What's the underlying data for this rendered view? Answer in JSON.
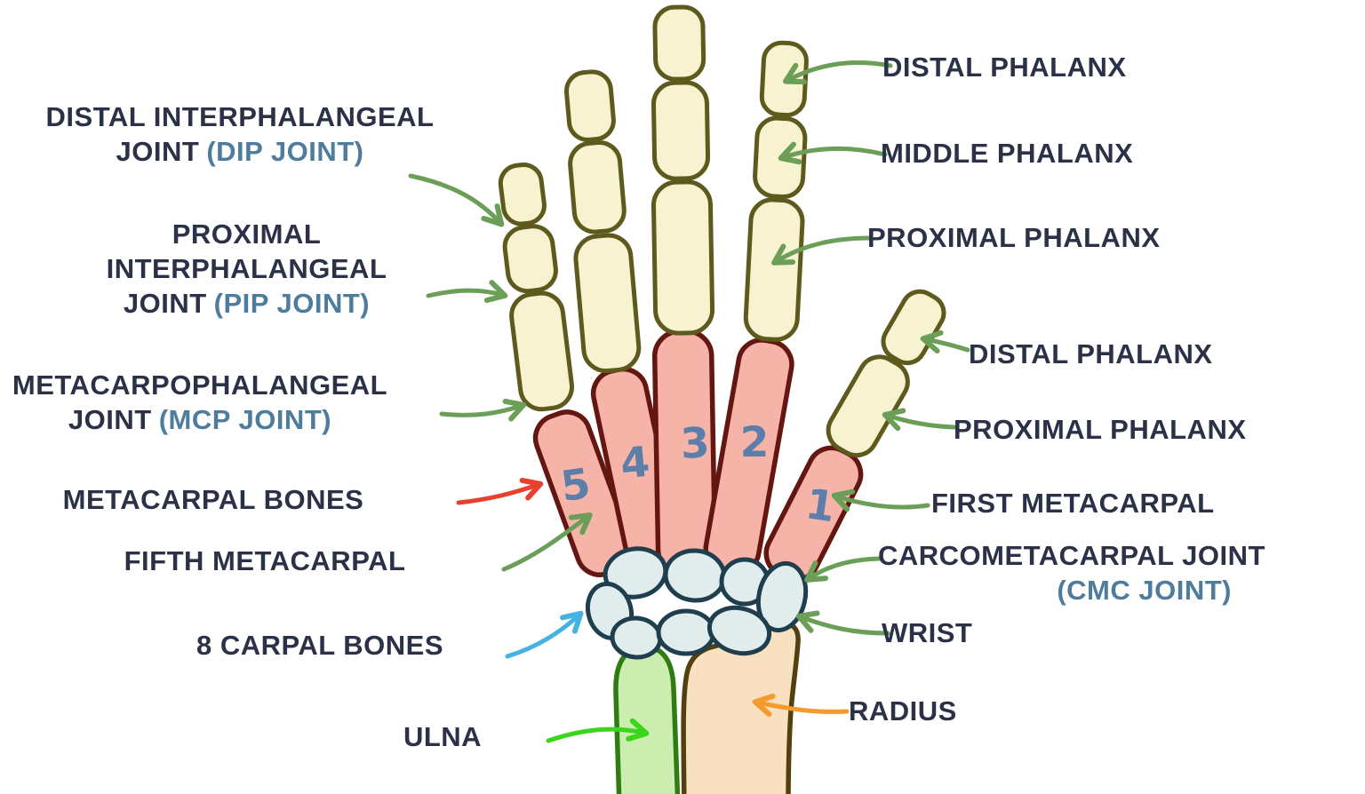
{
  "diagram": {
    "subject": "hand-bones-anatomy",
    "metacarpal_numbers": [
      "5",
      "4",
      "3",
      "2",
      "1"
    ],
    "left_labels": [
      {
        "line1": "DISTAL INTERPHALANGEAL",
        "line2_dark": "JOINT",
        "line2_accent": "(DIP JOINT)"
      },
      {
        "line1": "PROXIMAL",
        "line2": "INTERPHALANGEAL",
        "line3_dark": "JOINT",
        "line3_accent": "(PIP JOINT)"
      },
      {
        "line1": "METACARPOPHALANGEAL",
        "line2_dark": "JOINT",
        "line2_accent": "(MCP JOINT)"
      },
      {
        "text": "METACARPAL BONES"
      },
      {
        "text": "FIFTH METACARPAL"
      },
      {
        "text": "8 CARPAL BONES"
      },
      {
        "text": "ULNA"
      }
    ],
    "right_labels": [
      {
        "text": "DISTAL PHALANX"
      },
      {
        "text": "MIDDLE PHALANX"
      },
      {
        "text": "PROXIMAL PHALANX"
      },
      {
        "text": "DISTAL PHALANX"
      },
      {
        "text": "PROXIMAL PHALANX"
      },
      {
        "text": "FIRST METACARPAL"
      },
      {
        "line1": "CARCOMETACARPAL JOINT",
        "line2_accent": "(CMC JOINT)"
      },
      {
        "text": "WRIST"
      },
      {
        "text": "RADIUS"
      }
    ],
    "colors": {
      "label_text": "#2b3247",
      "accent_text": "#4d7c9d",
      "number_text": "#5c7ea9",
      "phalanx_fill": "#f7f2cf",
      "phalanx_stroke": "#5e5a1e",
      "metacarpal_fill": "#f6b4a9",
      "metacarpal_stroke": "#641710",
      "carpal_fill": "#e1ecec",
      "carpal_stroke": "#1f3e4e",
      "ulna_fill": "#cbedb0",
      "ulna_stroke": "#2e7c12",
      "radius_fill": "#f9e0c0",
      "radius_stroke": "#53400f",
      "arrow_olive": "#6b9e57",
      "arrow_red": "#e8402e",
      "arrow_blue": "#45b2e2",
      "arrow_green": "#3bd51c",
      "arrow_orange": "#f59a2d"
    }
  }
}
